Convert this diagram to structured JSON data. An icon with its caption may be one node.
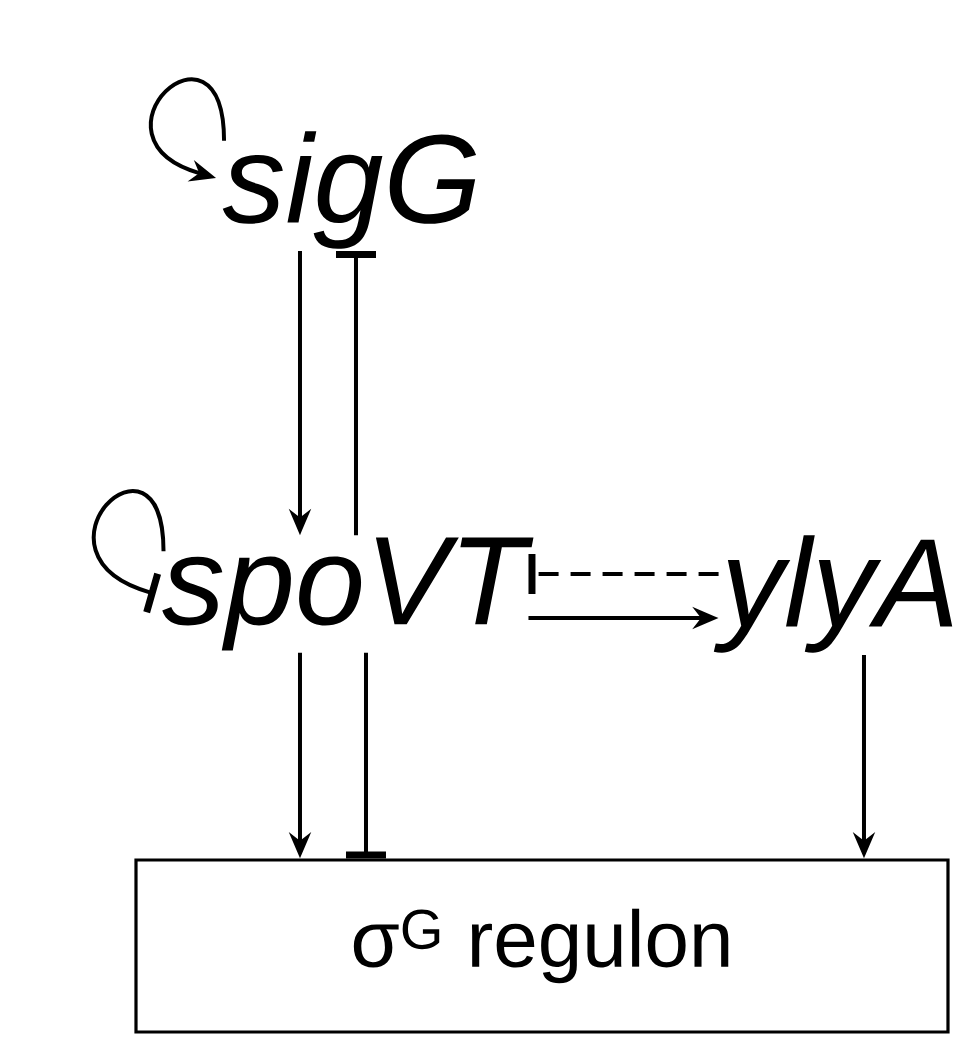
{
  "diagram": {
    "nodes": [
      {
        "text": [
          "sigG"
        ]
      },
      {
        "text": [
          "spoVT"
        ]
      },
      {
        "text": [
          "ylyA"
        ]
      },
      {
        "text": [
          "σ$^{G}$ regulon"
        ]
      }
    ],
    "edges": [
      {
        "from": 0,
        "to": 0,
        "arrow": "to"
      },
      {
        "from": 0,
        "to": 1,
        "arrow": "to"
      },
      {
        "from": 1,
        "to": 0,
        "arrow": "other"
      },
      {
        "from": 1,
        "to": 1,
        "arrow": "other"
      },
      {
        "from": 1,
        "to": 2,
        "arrow": "to"
      },
      {
        "from": 2,
        "to": 1,
        "arrow": "other",
        "style": "dashed"
      },
      {
        "from": 1,
        "to": 3,
        "arrow": "to"
      },
      {
        "from": 1,
        "to": 3,
        "arrow": "other"
      },
      {
        "from": 2,
        "to": 3,
        "arrow": "to"
      }
    ]
  }
}
